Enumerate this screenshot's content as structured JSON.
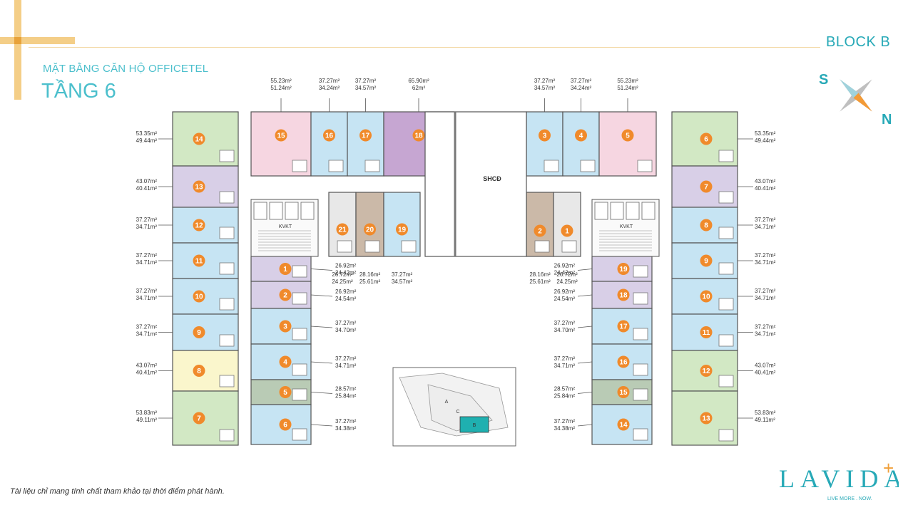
{
  "header": {
    "subtitle": "MẶT BẰNG CĂN HỘ OFFICETEL",
    "title": "TẦNG 6",
    "block": "BLOCK B"
  },
  "compass": {
    "s_label": "S",
    "n_label": "N"
  },
  "center_label": "SHCĐ",
  "kv_label": "KVKT",
  "site_labels": [
    "A",
    "C",
    "B"
  ],
  "footer": {
    "disclaimer": "Tài liệu chỉ mang tính chất tham khảo tại thời điểm phát hành.",
    "logo_text": "LAVIDA",
    "logo_tagline": "LIVE MORE . NOW."
  },
  "colors": {
    "blue": "#c6e4f3",
    "pink": "#f6d6e1",
    "purple": "#c6a6d2",
    "lavender": "#d8cfe7",
    "green": "#d2e8c4",
    "yellow": "#faf6cc",
    "grey": "#e8e8e8",
    "brown": "#cbb9a8",
    "darkgreen": "#b9cbb5",
    "badge": "#f08a2b",
    "accent": "#4bbfcc"
  },
  "left_wing": {
    "top_row": [
      {
        "no": "15",
        "color": "pink",
        "area": [
          "55.23m²",
          "51.24m²"
        ]
      },
      {
        "no": "16",
        "color": "blue",
        "area": [
          "37.27m²",
          "34.24m²"
        ]
      },
      {
        "no": "17",
        "color": "blue",
        "area": [
          "37.27m²",
          "34.57m²"
        ]
      },
      {
        "no": "18",
        "color": "purple",
        "area": [
          "65.90m²",
          "62m²"
        ]
      }
    ],
    "outer_column": [
      {
        "no": "14",
        "color": "green",
        "area": [
          "53.35m²",
          "49.44m²"
        ]
      },
      {
        "no": "13",
        "color": "lavender",
        "area": [
          "43.07m²",
          "40.41m²"
        ]
      },
      {
        "no": "12",
        "color": "blue",
        "area": [
          "37.27m²",
          "34.71m²"
        ]
      },
      {
        "no": "11",
        "color": "blue",
        "area": [
          "37.27m²",
          "34.71m²"
        ]
      },
      {
        "no": "10",
        "color": "blue",
        "area": [
          "37.27m²",
          "34.71m²"
        ]
      },
      {
        "no": "9",
        "color": "blue",
        "area": [
          "37.27m²",
          "34.71m²"
        ]
      },
      {
        "no": "8",
        "color": "yellow",
        "area": [
          "43.07m²",
          "40.41m²"
        ]
      },
      {
        "no": "7",
        "color": "green",
        "area": [
          "53.83m²",
          "49.11m²"
        ]
      }
    ],
    "inner_column": [
      {
        "no": "1",
        "color": "lavender",
        "area": [
          "26.92m²",
          "24.42m²"
        ]
      },
      {
        "no": "2",
        "color": "lavender",
        "area": [
          "26.92m²",
          "24.54m²"
        ]
      },
      {
        "no": "3",
        "color": "blue",
        "area": [
          "37.27m²",
          "34.70m²"
        ]
      },
      {
        "no": "4",
        "color": "blue",
        "area": [
          "37.27m²",
          "34.71m²"
        ]
      },
      {
        "no": "5",
        "color": "darkgreen",
        "area": [
          "28.57m²",
          "25.84m²"
        ]
      },
      {
        "no": "6",
        "color": "blue",
        "area": [
          "37.27m²",
          "34.38m²"
        ]
      }
    ],
    "core_units": [
      {
        "no": "21",
        "color": "grey",
        "area": [
          "26.72m²",
          "24.25m²"
        ]
      },
      {
        "no": "20",
        "color": "brown",
        "area": [
          "28.16m²",
          "25.61m²"
        ]
      },
      {
        "no": "19",
        "color": "blue",
        "area": [
          "37.27m²",
          "34.57m²"
        ]
      }
    ]
  },
  "right_wing": {
    "top_row": [
      {
        "no": "3",
        "color": "blue",
        "area": [
          "37.27m²",
          "34.57m²"
        ]
      },
      {
        "no": "4",
        "color": "blue",
        "area": [
          "37.27m²",
          "34.24m²"
        ]
      },
      {
        "no": "5",
        "color": "pink",
        "area": [
          "55.23m²",
          "51.24m²"
        ]
      }
    ],
    "outer_column": [
      {
        "no": "6",
        "color": "green",
        "area": [
          "53.35m²",
          "49.44m²"
        ]
      },
      {
        "no": "7",
        "color": "lavender",
        "area": [
          "43.07m²",
          "40.41m²"
        ]
      },
      {
        "no": "8",
        "color": "blue",
        "area": [
          "37.27m²",
          "34.71m²"
        ]
      },
      {
        "no": "9",
        "color": "blue",
        "area": [
          "37.27m²",
          "34.71m²"
        ]
      },
      {
        "no": "10",
        "color": "blue",
        "area": [
          "37.27m²",
          "34.71m²"
        ]
      },
      {
        "no": "11",
        "color": "blue",
        "area": [
          "37.27m²",
          "34.71m²"
        ]
      },
      {
        "no": "12",
        "color": "green",
        "area": [
          "43.07m²",
          "40.41m²"
        ]
      },
      {
        "no": "13",
        "color": "green",
        "area": [
          "53.83m²",
          "49.11m²"
        ]
      }
    ],
    "inner_column": [
      {
        "no": "19",
        "color": "lavender",
        "area": [
          "26.92m²",
          "24.42m²"
        ]
      },
      {
        "no": "18",
        "color": "lavender",
        "area": [
          "26.92m²",
          "24.54m²"
        ]
      },
      {
        "no": "17",
        "color": "blue",
        "area": [
          "37.27m²",
          "34.70m²"
        ]
      },
      {
        "no": "16",
        "color": "blue",
        "area": [
          "37.27m²",
          "34.71m²"
        ]
      },
      {
        "no": "15",
        "color": "darkgreen",
        "area": [
          "28.57m²",
          "25.84m²"
        ]
      },
      {
        "no": "14",
        "color": "blue",
        "area": [
          "37.27m²",
          "34.38m²"
        ]
      }
    ],
    "core_units": [
      {
        "no": "2",
        "color": "brown",
        "area": [
          "28.16m²",
          "25.61m²"
        ]
      },
      {
        "no": "1",
        "color": "grey",
        "area": [
          "26.72m²",
          "24.25m²"
        ]
      }
    ]
  }
}
